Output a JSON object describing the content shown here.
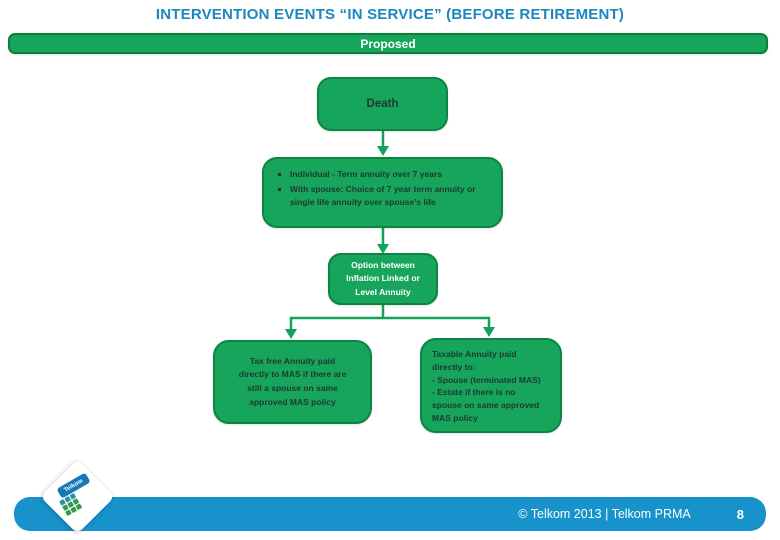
{
  "slide": {
    "title": "INTERVENTION EVENTS “IN SERVICE” (BEFORE RETIREMENT)",
    "banner_label": "Proposed"
  },
  "flow": {
    "death_box": {
      "label": "Death"
    },
    "bullet_box": {
      "items": [
        "Individual - Term annuity over 7 years",
        "With spouse: Choice of 7 year term annuity or single life annuity over spouse’s life"
      ]
    },
    "option_box": {
      "text": "Option between\nInflation Linked or\nLevel Annuity"
    },
    "tax_free_box": {
      "text": "Tax free Annuity paid\ndirectly to MAS if there are\nstill  a spouse on same\napproved MAS policy"
    },
    "taxable_box": {
      "text": "Taxable Annuity paid\ndirectly to:\n- Spouse (terminated MAS)\n- Estate if there is no\nspouse on same approved\nMAS policy"
    }
  },
  "footer": {
    "copyright": "© Telkom 2013 | Telkom PRMA",
    "page_number": "8",
    "logo_brand": "Telkom"
  },
  "colors": {
    "box_green": "#17a55b",
    "box_green_border": "#0b8444",
    "title_blue": "#1a87c0",
    "footer_blue": "#1792cb",
    "dark_text": "#1c3a30",
    "logo_blue": "#1778b5",
    "logo_keypad_green": "#2e9c4c"
  }
}
